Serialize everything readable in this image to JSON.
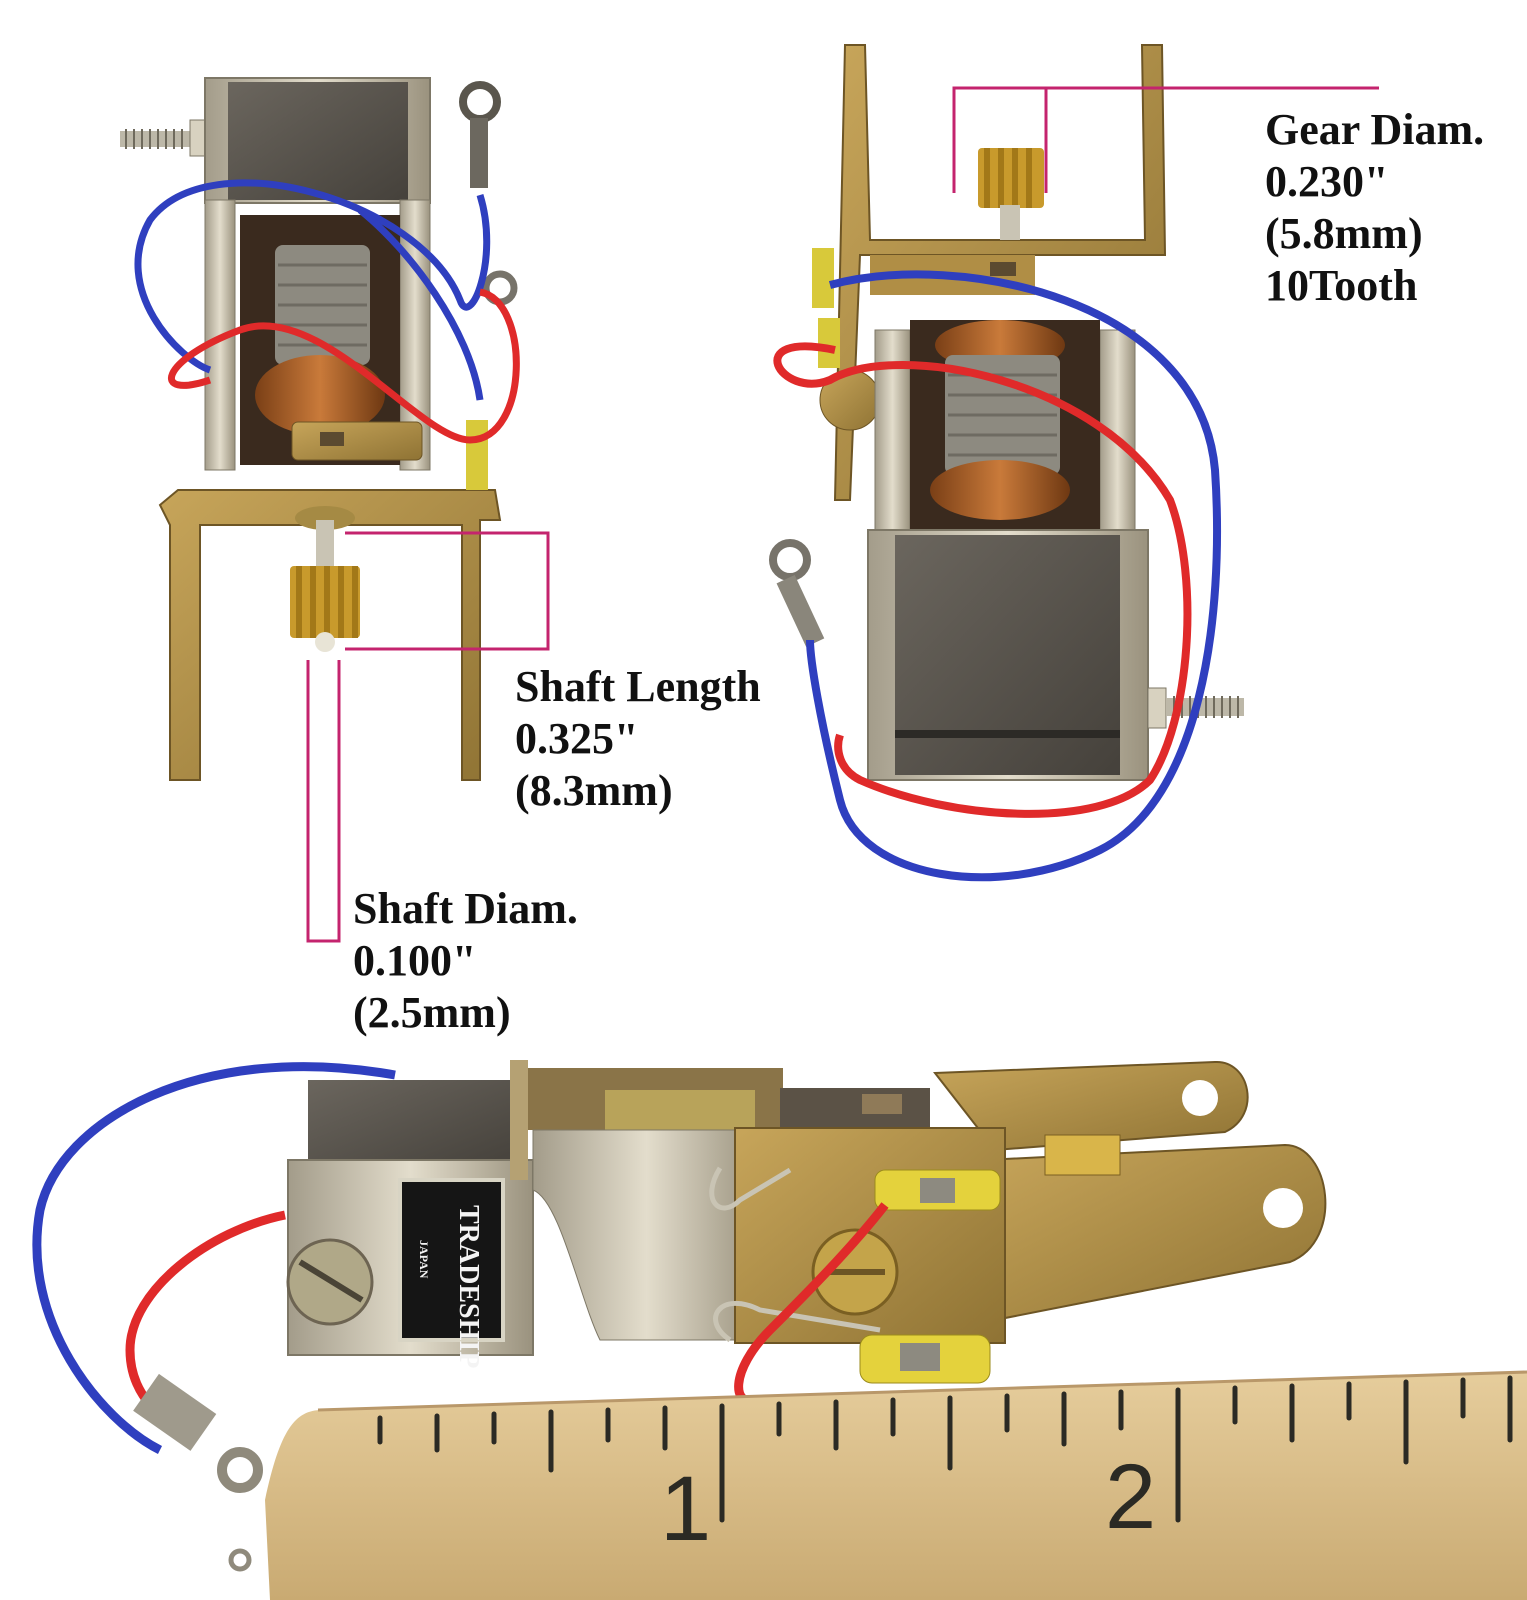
{
  "annotations": {
    "gear": {
      "title": "Gear Diam.",
      "inches": "0.230\"",
      "mm": "(5.8mm)",
      "teeth": "10Tooth"
    },
    "shaft_length": {
      "title": "Shaft Length",
      "inches": "0.325\"",
      "mm": "(8.3mm)"
    },
    "shaft_diameter": {
      "title": "Shaft Diam.",
      "inches": "0.100\"",
      "mm": "(2.5mm)"
    }
  },
  "brand_plate": {
    "name": "TRADESHIP",
    "origin": "JAPAN"
  },
  "ruler": {
    "numbers": [
      "1",
      "2"
    ]
  },
  "colors": {
    "callout_line": "#c4246e",
    "wire_blue": "#2f3fbf",
    "wire_red": "#e02a2a",
    "magnet": "#5a5650",
    "brass": "#b59445",
    "nickel": "#cfc9b8",
    "copper": "#b8692e",
    "ruler_wood": "#dcc08c"
  }
}
